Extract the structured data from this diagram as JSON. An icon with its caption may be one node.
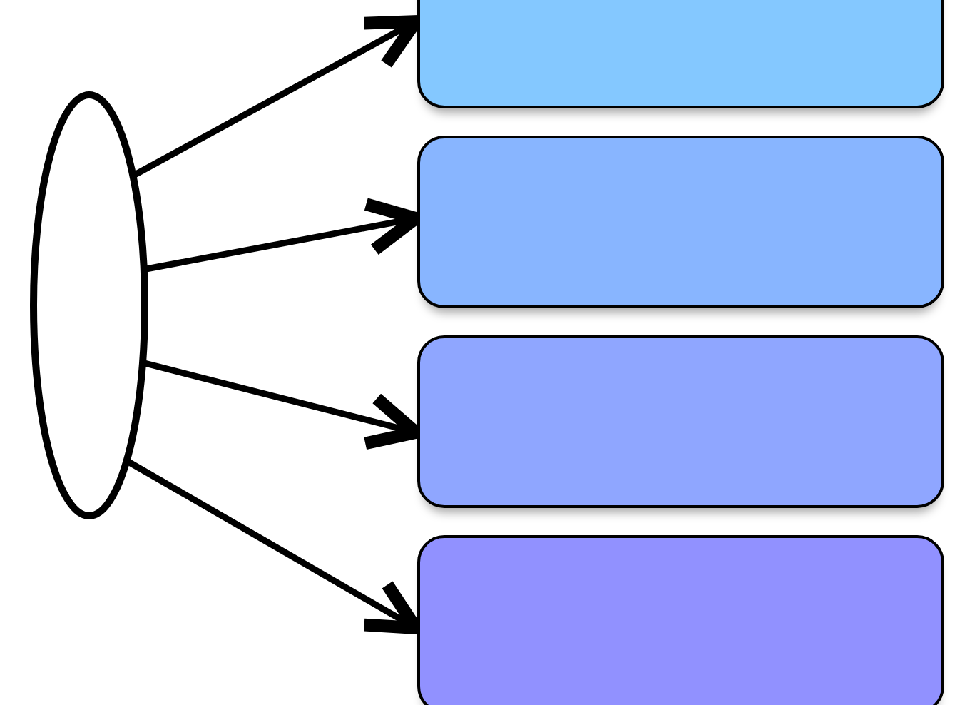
{
  "diagram": {
    "nodes": [
      {
        "text": [],
        "shape": "ellipse"
      },
      {
        "text": [],
        "shape": "box"
      },
      {
        "text": [],
        "shape": "box"
      },
      {
        "text": [],
        "shape": "box"
      },
      {
        "text": [],
        "shape": "box"
      }
    ],
    "edges": [
      {
        "from": 0,
        "to": 1,
        "arrow": "to"
      },
      {
        "from": 0,
        "to": 2,
        "arrow": "to"
      },
      {
        "from": 0,
        "to": 3,
        "arrow": "to"
      },
      {
        "from": 0,
        "to": 4,
        "arrow": "to"
      }
    ]
  }
}
